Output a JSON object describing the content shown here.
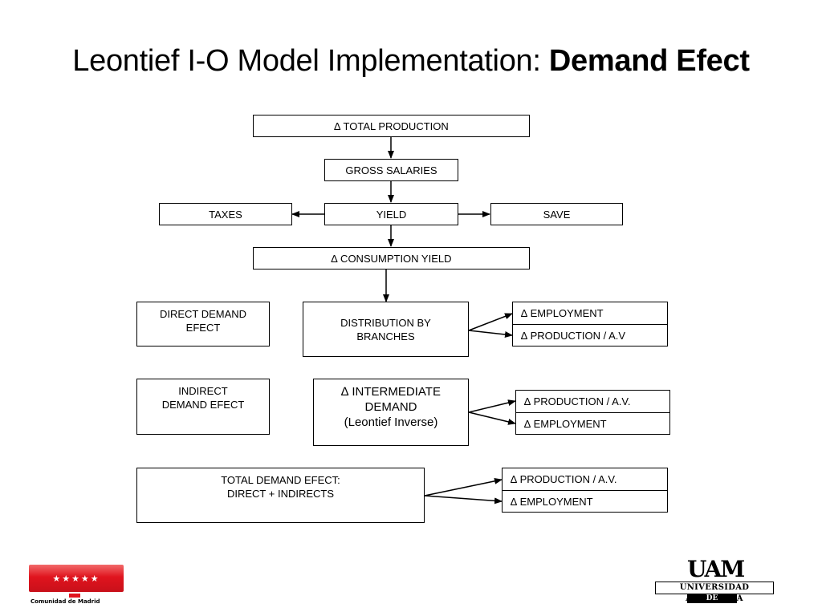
{
  "title": {
    "main": "Leontief I-O Model Implementation: ",
    "emph": "Demand Efect"
  },
  "nodes": {
    "total_production": "∆  TOTAL PRODUCTION",
    "gross_salaries": "GROSS SALARIES",
    "taxes": "TAXES",
    "yield": "YIELD",
    "save": "SAVE",
    "consumption_yield": "∆ CONSUMPTION YIELD",
    "direct_demand": "DIRECT DEMAND\nEFECT",
    "distribution": "DISTRIBUTION BY\nBRANCHES",
    "direct_employment": "∆ EMPLOYMENT",
    "direct_production": "∆ PRODUCTION / A.V",
    "indirect_demand": "INDIRECT\nDEMAND EFECT",
    "intermediate_demand": "∆ INTERMEDIATE\nDEMAND\n(Leontief Inverse)",
    "indirect_production": "∆ PRODUCTION / A.V.",
    "indirect_employment": "∆ EMPLOYMENT",
    "total_demand": "TOTAL DEMAND EFECT:\nDIRECT + INDIRECTS",
    "total_production_av": "∆ PRODUCTION / A.V.",
    "total_employment": "∆ EMPLOYMENT"
  },
  "logos": {
    "madrid_text": "Comunidad de Madrid",
    "uam_mark": "UAM",
    "uam_line1": "UNIVERSIDAD AUTONOMA",
    "uam_line2": "DE MADRID"
  }
}
